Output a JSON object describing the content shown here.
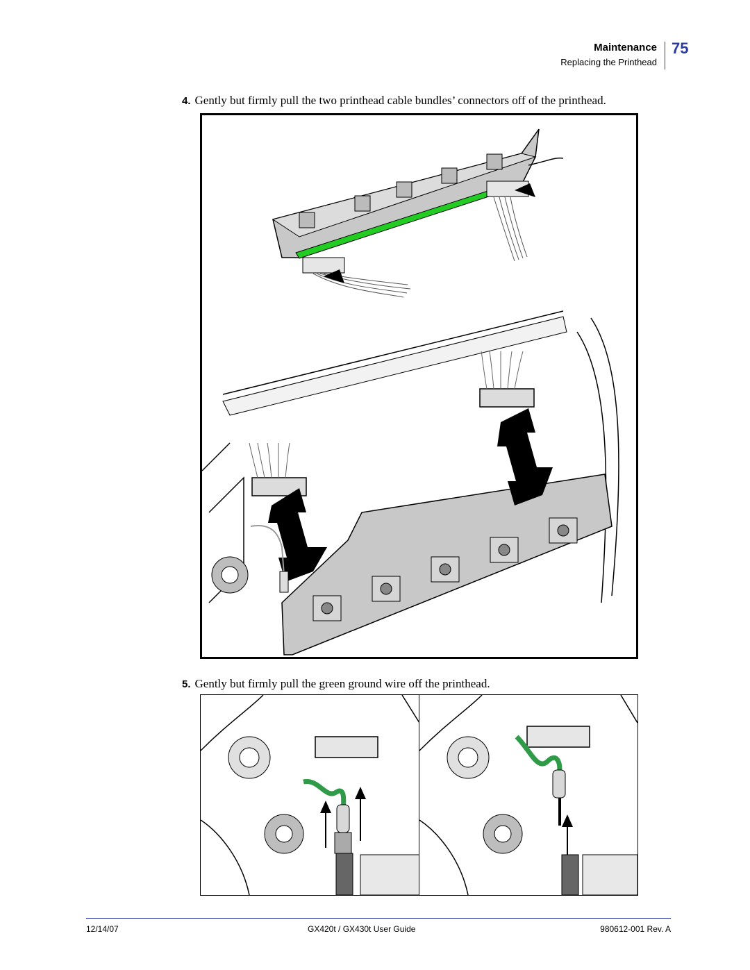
{
  "header": {
    "section": "Maintenance",
    "subsection": "Replacing the Printhead",
    "page_number": "75"
  },
  "steps": [
    {
      "number": "4.",
      "text": "Gently but firmly pull the two printhead cable bundles’ connectors off of the printhead."
    },
    {
      "number": "5.",
      "text": "Gently but firmly pull the green ground wire off the printhead."
    }
  ],
  "colors": {
    "accent": "#2a3ba8",
    "strip_green": "#22cc22",
    "wire_green": "#2f9a48",
    "part_gray": "#c8c8c8"
  },
  "footer": {
    "date": "12/14/07",
    "title": "GX420t / GX430t User Guide",
    "doc_number": "980612-001 Rev. A"
  }
}
